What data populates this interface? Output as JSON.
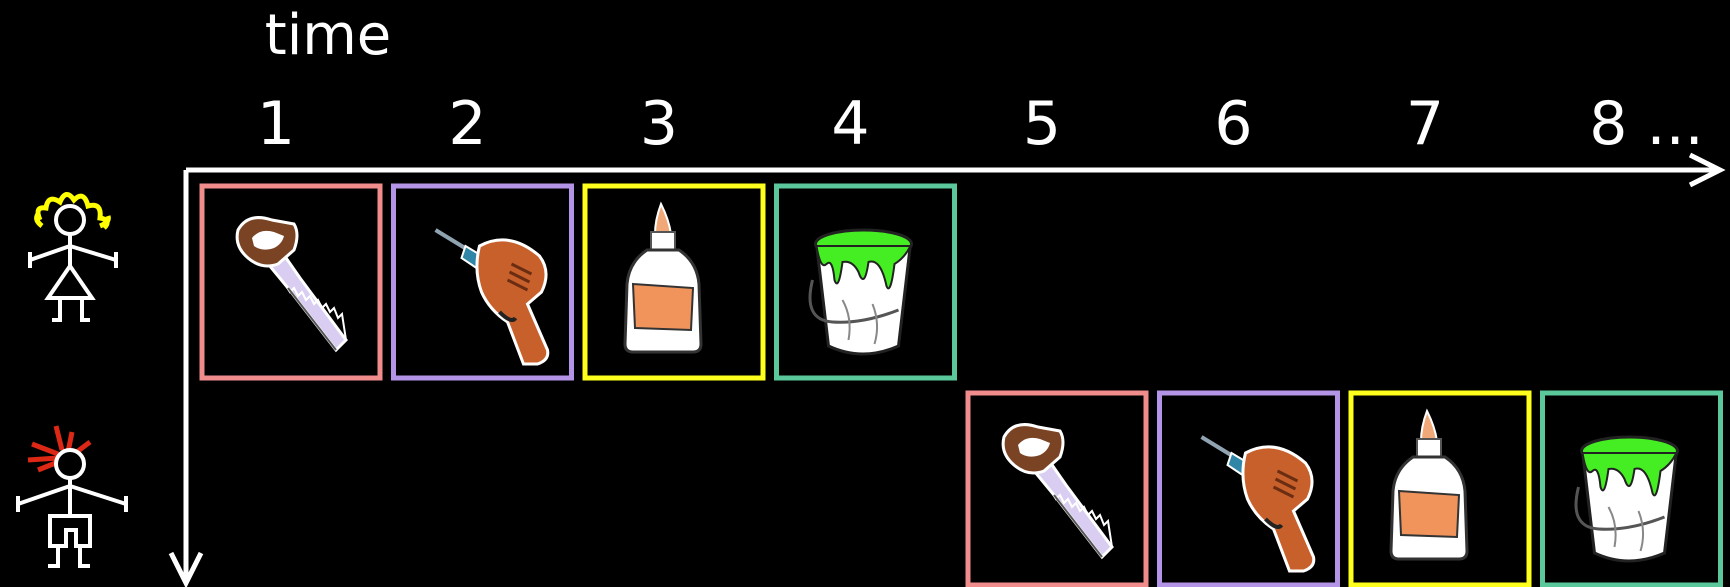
{
  "title": "time",
  "time_ticks": [
    "1",
    "2",
    "3",
    "4",
    "5",
    "6",
    "7",
    "8 ..."
  ],
  "colors": {
    "background": "#000000",
    "axis": "#ffffff",
    "saw_frame": "#f08c8c",
    "drill_frame": "#b494e6",
    "glue_frame": "#ffff1e",
    "paint_frame": "#5ac89b",
    "girl_hair": "#ffff00",
    "boy_hair": "#dc2814"
  },
  "rows": [
    {
      "person_icon": "girl-stick-figure-icon",
      "tasks": [
        {
          "slot": 1,
          "icon": "saw-icon",
          "frame_color": "saw_frame"
        },
        {
          "slot": 2,
          "icon": "drill-icon",
          "frame_color": "drill_frame"
        },
        {
          "slot": 3,
          "icon": "glue-bottle-icon",
          "frame_color": "glue_frame"
        },
        {
          "slot": 4,
          "icon": "paint-bucket-icon",
          "frame_color": "paint_frame"
        }
      ]
    },
    {
      "person_icon": "boy-stick-figure-icon",
      "tasks": [
        {
          "slot": 5,
          "icon": "saw-icon",
          "frame_color": "saw_frame"
        },
        {
          "slot": 6,
          "icon": "drill-icon",
          "frame_color": "drill_frame"
        },
        {
          "slot": 7,
          "icon": "glue-bottle-icon",
          "frame_color": "glue_frame"
        },
        {
          "slot": 8,
          "icon": "paint-bucket-icon",
          "frame_color": "paint_frame"
        }
      ]
    }
  ]
}
